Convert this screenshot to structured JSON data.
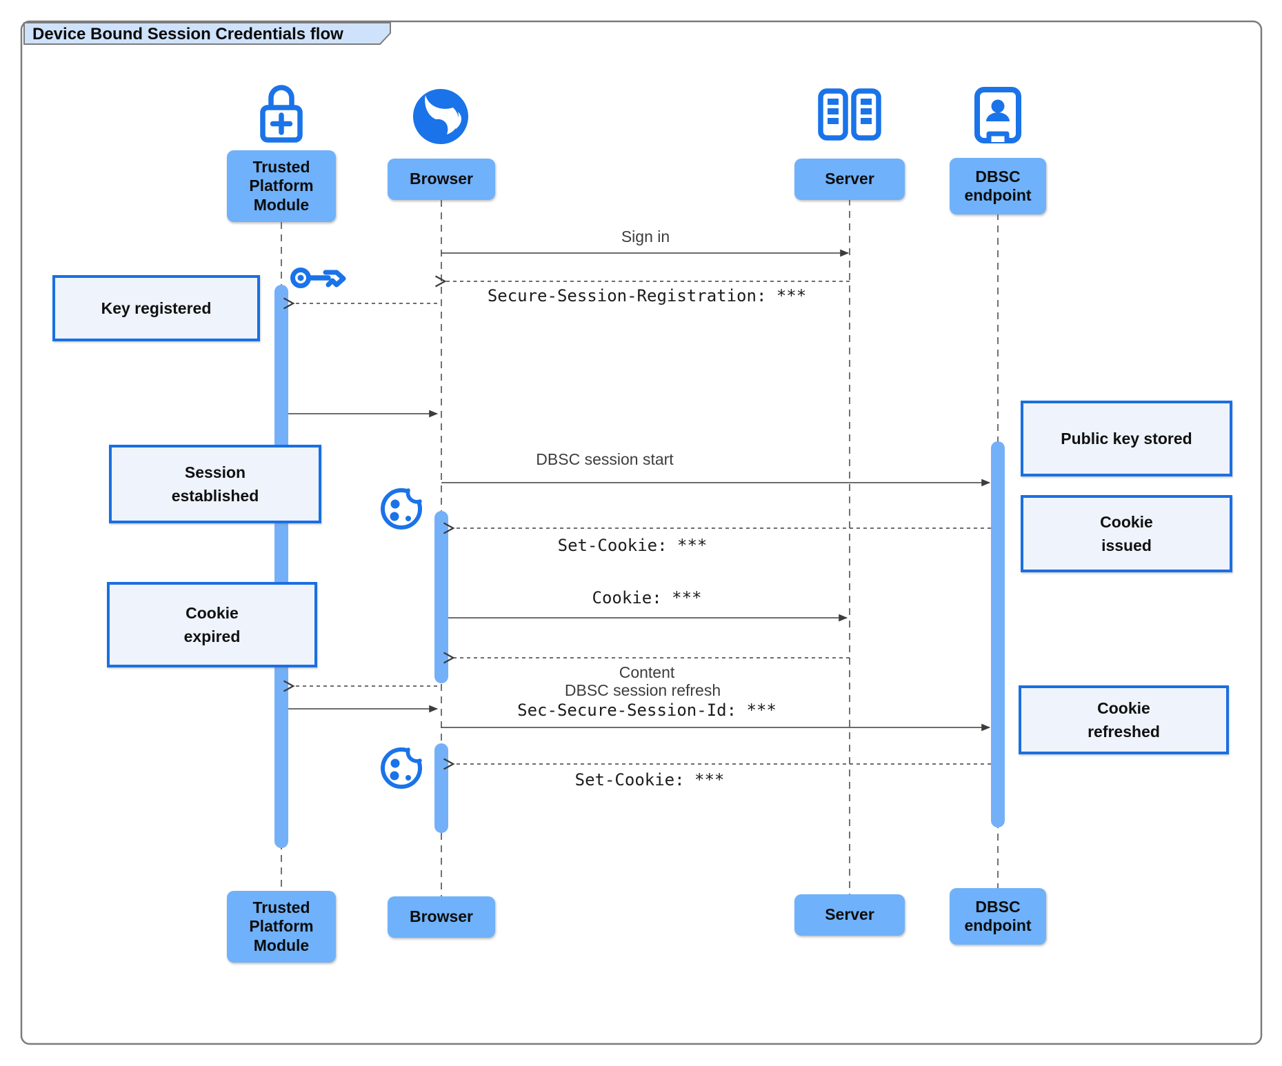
{
  "title": "Device Bound Session Credentials flow",
  "actors": {
    "tpm": {
      "label": "Trusted\nPlatform\nModule",
      "icon": "lock-plus-icon"
    },
    "browser": {
      "label": "Browser",
      "icon": "globe-icon"
    },
    "server": {
      "label": "Server",
      "icon": "server-racks-icon"
    },
    "dbsc": {
      "label": "DBSC\nendpoint",
      "icon": "door-person-icon"
    }
  },
  "messages": {
    "sign_in": "Sign in",
    "secure_session_registration": "Secure-Session-Registration: ***",
    "dbsc_session_start": "DBSC session start",
    "set_cookie_1": "Set-Cookie: ***",
    "cookie": "Cookie: ***",
    "content": "Content",
    "dbsc_session_refresh": "DBSC session refresh",
    "sec_secure_session_id": "Sec-Secure-Session-Id: ***",
    "set_cookie_2": "Set-Cookie: ***"
  },
  "notes": {
    "key_registered": "Key registered",
    "session_established": "Session\nestablished",
    "cookie_expired": "Cookie\nexpired",
    "public_key_stored": "Public key stored",
    "cookie_issued": "Cookie\nissued",
    "cookie_refreshed": "Cookie\nrefreshed"
  },
  "decorations": {
    "key_icon": "key-icon",
    "cookie_icon_1": "cookie-icon",
    "cookie_icon_2": "cookie-icon"
  },
  "colors": {
    "icon_blue": "#1a73e8",
    "actor_fill": "#6fb1fa",
    "activation_fill": "#74b0f8",
    "note_fill": "#eef3fc",
    "note_border": "#1a6fe0",
    "title_fill": "#cfe2fb",
    "frame_border": "#7b7b7b",
    "line_color": "#3c3c3c"
  }
}
